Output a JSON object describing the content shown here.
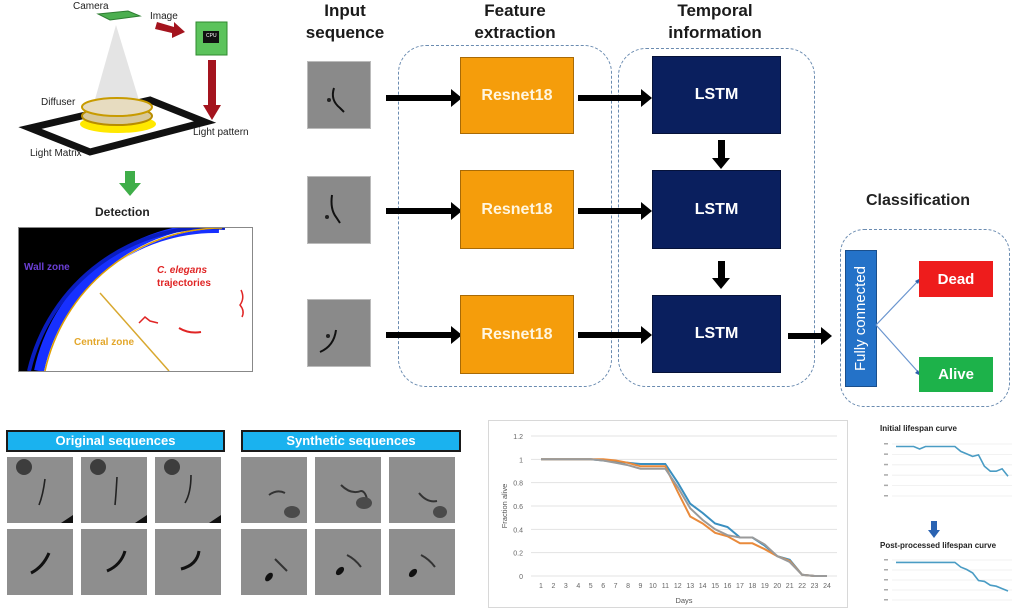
{
  "setup": {
    "labels": {
      "camera": "Camera",
      "image": "Image",
      "cpu": "CPU",
      "diffuser": "Diffuser",
      "light_pattern": "Light pattern",
      "light_matrix": "Light Matrix"
    },
    "detection": {
      "title": "Detection",
      "wall_zone": "Wall zone",
      "central_zone": "Central zone",
      "trajectories_line1": "C. elegans",
      "trajectories_line2": "trajectories"
    }
  },
  "pipeline": {
    "headers": {
      "input_line1": "Input",
      "input_line2": "sequence",
      "feature_line1": "Feature",
      "feature_line2": "extraction",
      "temporal_line1": "Temporal",
      "temporal_line2": "information",
      "classification": "Classification"
    },
    "resnet_blocks": [
      "Resnet18",
      "Resnet18",
      "Resnet18"
    ],
    "lstm_blocks": [
      "LSTM",
      "LSTM",
      "LSTM"
    ],
    "fully_connected": "Fully connected",
    "outputs": {
      "dead": "Dead",
      "alive": "Alive"
    },
    "colors": {
      "resnet": "#f59d0b",
      "lstm": "#0a1f5e",
      "fully_connected": "#2472c8",
      "dead": "#ee1c1c",
      "alive": "#1db24a"
    }
  },
  "sequences": {
    "original_title": "Original sequences",
    "synthetic_title": "Synthetic sequences"
  },
  "chart_data": {
    "type": "line",
    "title": "",
    "xlabel": "Days",
    "ylabel": "Fraction alive",
    "ylim": [
      0,
      1.2
    ],
    "yticks": [
      "0",
      "0.2",
      "0.4",
      "0.6",
      "0.8",
      "1",
      "1.2"
    ],
    "x": [
      1,
      2,
      3,
      4,
      5,
      6,
      7,
      8,
      9,
      10,
      11,
      12,
      13,
      14,
      15,
      16,
      17,
      18,
      19,
      20,
      21,
      22,
      23,
      24
    ],
    "grid": true,
    "legend": "none",
    "series": [
      {
        "name": "blue",
        "color": "#3a8fc0",
        "values": [
          1,
          1,
          1,
          1,
          1,
          0.99,
          0.98,
          0.97,
          0.96,
          0.96,
          0.96,
          0.8,
          0.62,
          0.54,
          0.45,
          0.42,
          0.33,
          0.33,
          0.26,
          0.17,
          0.14,
          0.01,
          0,
          0
        ]
      },
      {
        "name": "orange",
        "color": "#e98a3b",
        "values": [
          1,
          1,
          1,
          1,
          1,
          1,
          0.99,
          0.97,
          0.94,
          0.94,
          0.94,
          0.72,
          0.51,
          0.45,
          0.37,
          0.34,
          0.28,
          0.28,
          0.23,
          0.17,
          0.13,
          0.01,
          0,
          0
        ]
      },
      {
        "name": "gray",
        "color": "#9a9a9a",
        "values": [
          1,
          1,
          1,
          1,
          1,
          0.99,
          0.97,
          0.95,
          0.92,
          0.92,
          0.92,
          0.76,
          0.58,
          0.48,
          0.4,
          0.35,
          0.33,
          0.33,
          0.27,
          0.17,
          0.12,
          0.01,
          0,
          0
        ]
      }
    ]
  },
  "lifespan": {
    "initial_title": "Initial lifespan curve",
    "post_title": "Post-processed lifespan curve",
    "initial_values": [
      1,
      1,
      1,
      1,
      0.95,
      1,
      1,
      1,
      1,
      1,
      1,
      0.9,
      0.85,
      0.8,
      0.83,
      0.6,
      0.5,
      0.5,
      0.55,
      0.4
    ],
    "post_values": [
      1,
      1,
      1,
      1,
      1,
      1,
      1,
      1,
      1,
      1,
      1,
      0.9,
      0.85,
      0.78,
      0.62,
      0.6,
      0.52,
      0.5,
      0.45,
      0.4
    ]
  }
}
